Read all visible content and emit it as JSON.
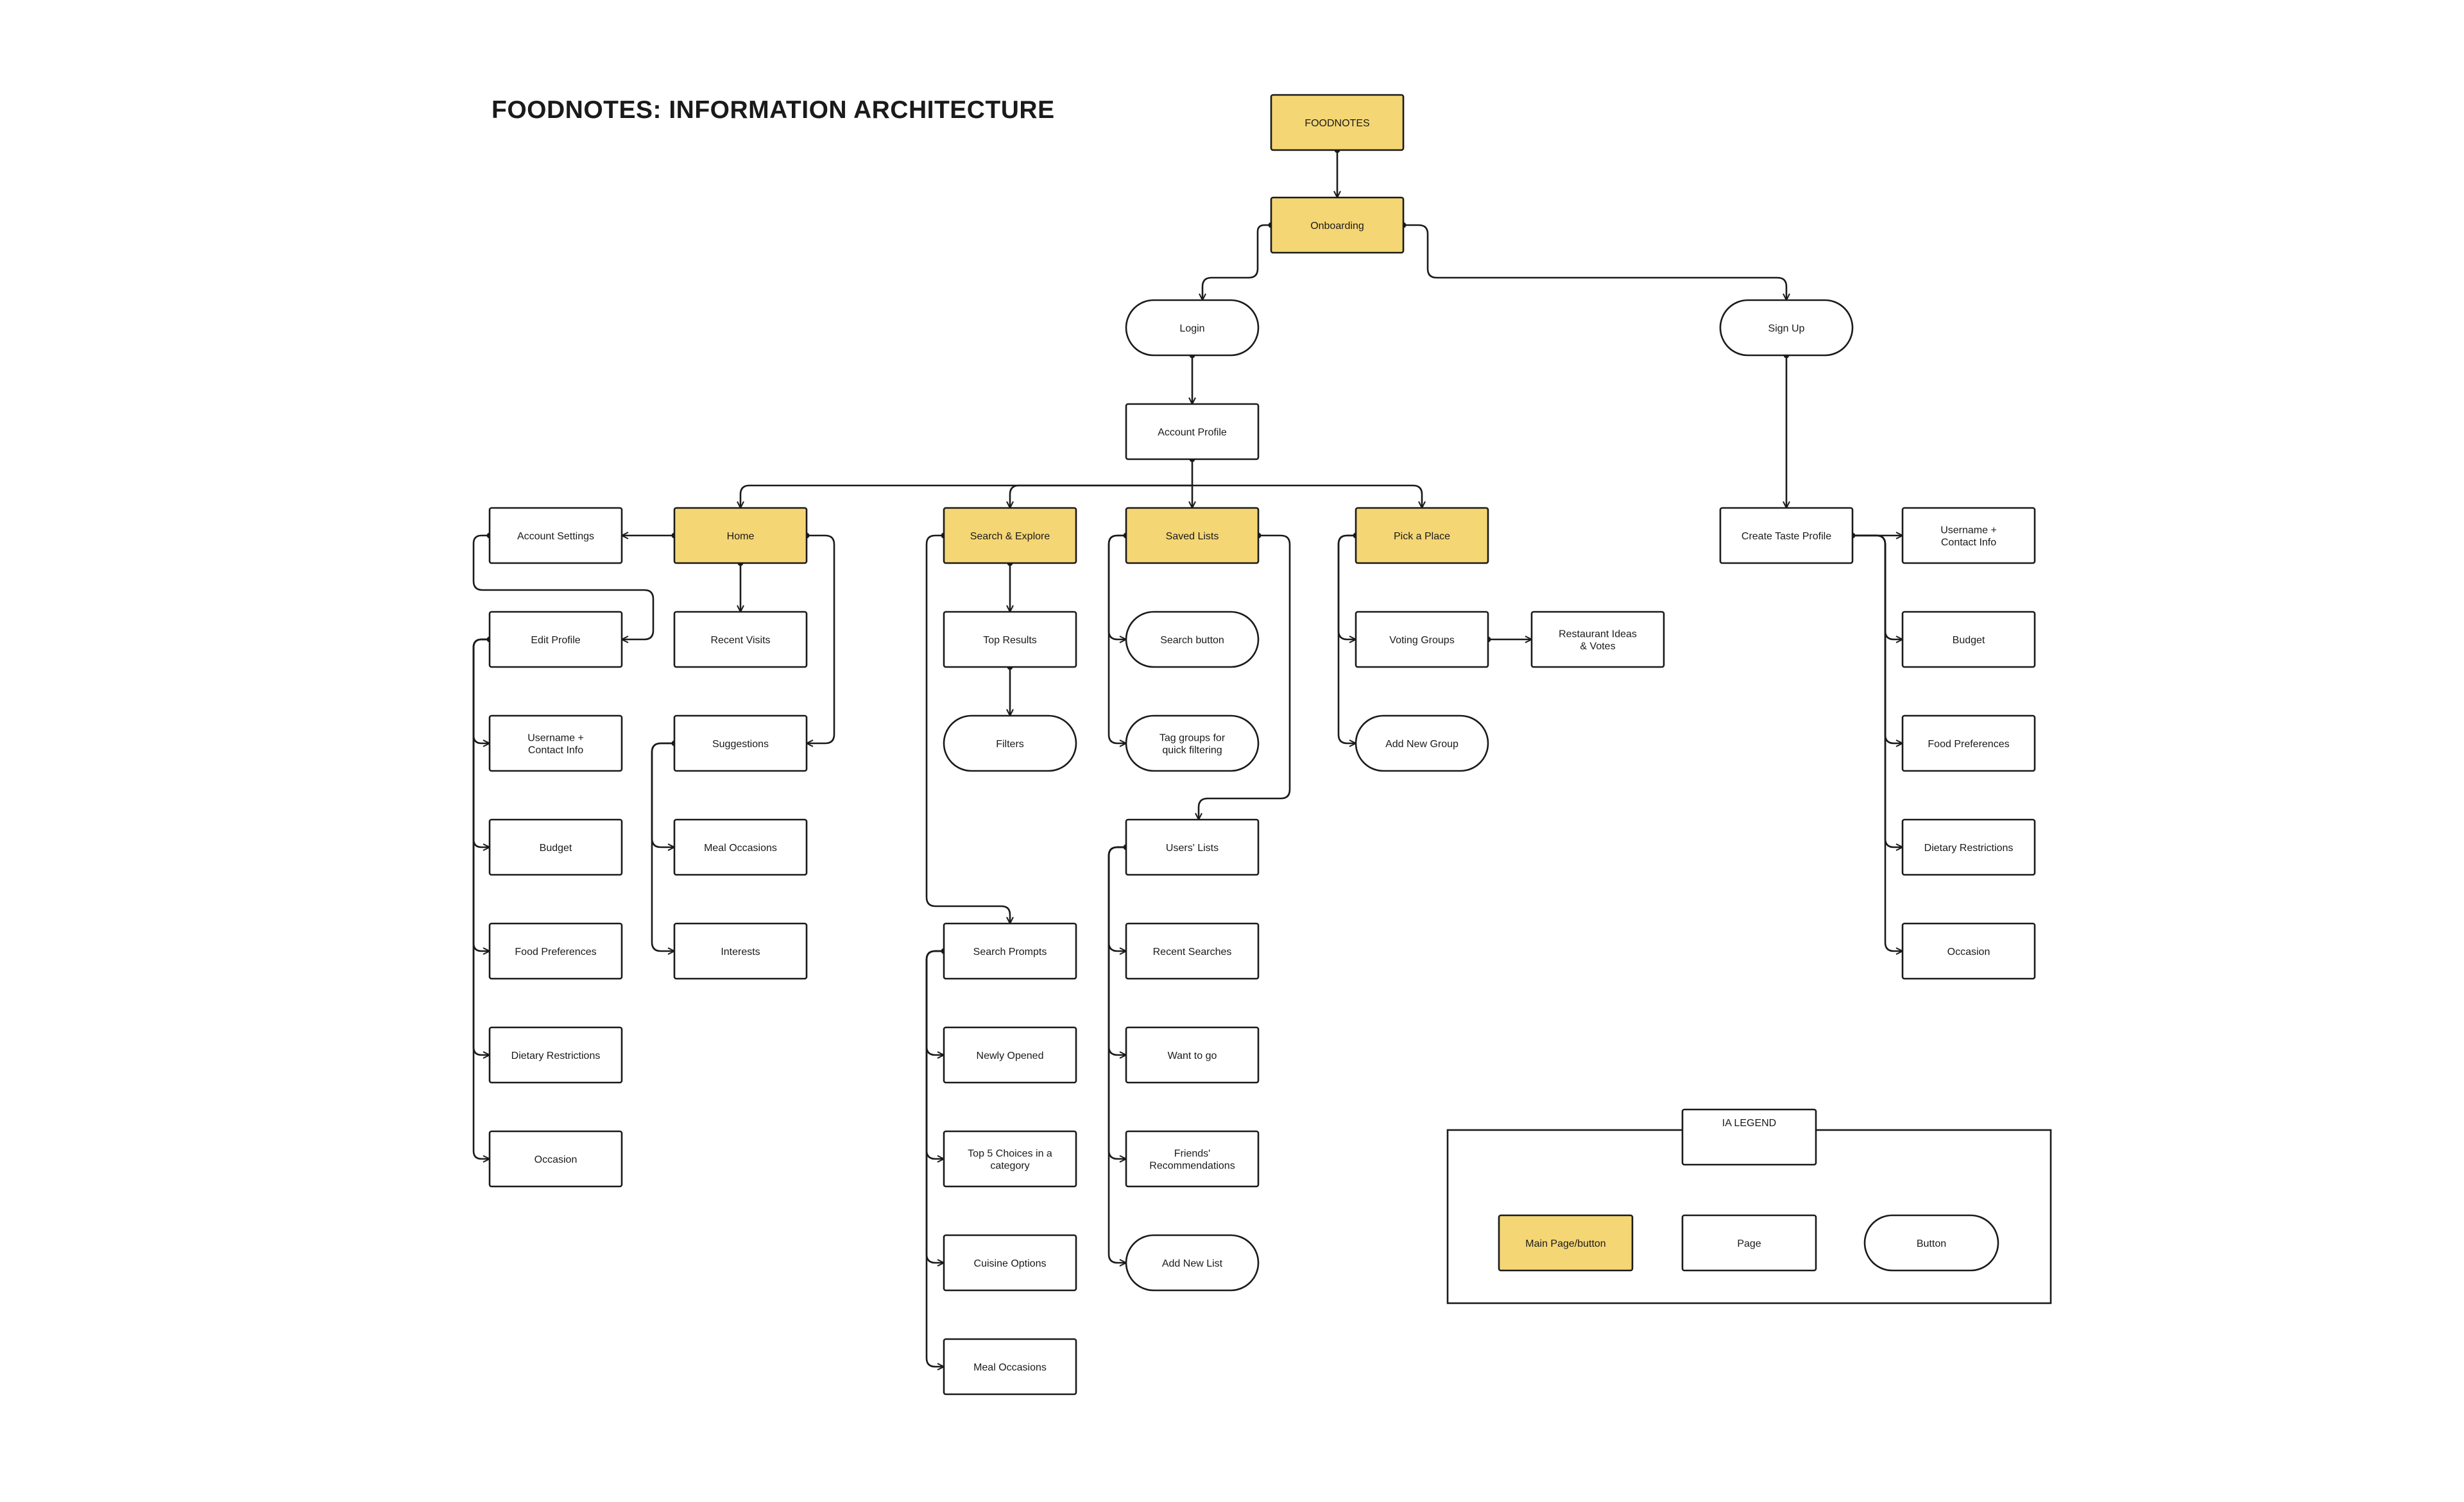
{
  "title": "FOODNOTES: INFORMATION ARCHITECTURE",
  "colors": {
    "main": "#F5D675",
    "page": "#FFFFFF",
    "stroke": "#1A1A1A"
  },
  "nodes": {
    "foodnotes": {
      "label": "FOODNOTES",
      "kind": "main"
    },
    "onboarding": {
      "label": "Onboarding",
      "kind": "main"
    },
    "login": {
      "label": "Login",
      "kind": "button"
    },
    "signup": {
      "label": "Sign Up",
      "kind": "button"
    },
    "account_profile": {
      "label": "Account Profile",
      "kind": "page"
    },
    "account_settings": {
      "label": "Account Settings",
      "kind": "page"
    },
    "home": {
      "label": "Home",
      "kind": "main"
    },
    "search_explore": {
      "label": "Search & Explore",
      "kind": "main"
    },
    "saved_lists": {
      "label": "Saved Lists",
      "kind": "main"
    },
    "pick_place": {
      "label": "Pick a Place",
      "kind": "main"
    },
    "create_taste": {
      "label": "Create Taste Profile",
      "kind": "page"
    },
    "edit_profile": {
      "label": "Edit Profile",
      "kind": "page"
    },
    "ep_username": {
      "label": "Username +\nContact Info",
      "kind": "page"
    },
    "ep_budget": {
      "label": "Budget",
      "kind": "page"
    },
    "ep_food": {
      "label": "Food Preferences",
      "kind": "page"
    },
    "ep_dietary": {
      "label": "Dietary Restrictions",
      "kind": "page"
    },
    "ep_occasion": {
      "label": "Occasion",
      "kind": "page"
    },
    "recent_visits": {
      "label": "Recent Visits",
      "kind": "page"
    },
    "suggestions": {
      "label": "Suggestions",
      "kind": "page"
    },
    "meal_occasions_home": {
      "label": "Meal Occasions",
      "kind": "page"
    },
    "interests": {
      "label": "Interests",
      "kind": "page"
    },
    "top_results": {
      "label": "Top Results",
      "kind": "page"
    },
    "filters": {
      "label": "Filters",
      "kind": "button"
    },
    "search_prompts": {
      "label": "Search Prompts",
      "kind": "page"
    },
    "newly_opened": {
      "label": "Newly Opened",
      "kind": "page"
    },
    "top5": {
      "label": "Top 5 Choices in a\ncategory",
      "kind": "page"
    },
    "cuisine_options": {
      "label": "Cuisine Options",
      "kind": "page"
    },
    "meal_occasions_search": {
      "label": "Meal Occasions",
      "kind": "page"
    },
    "search_button": {
      "label": "Search button",
      "kind": "button"
    },
    "tag_groups": {
      "label": "Tag groups for\nquick filtering",
      "kind": "button"
    },
    "users_lists": {
      "label": "Users' Lists",
      "kind": "page"
    },
    "recent_searches": {
      "label": "Recent Searches",
      "kind": "page"
    },
    "want_to_go": {
      "label": "Want to go",
      "kind": "page"
    },
    "friends_recs": {
      "label": "Friends'\nRecommendations",
      "kind": "page"
    },
    "add_new_list": {
      "label": "Add New List",
      "kind": "button"
    },
    "voting_groups": {
      "label": "Voting Groups",
      "kind": "page"
    },
    "restaurant_ideas": {
      "label": "Restaurant Ideas\n& Votes",
      "kind": "page"
    },
    "add_new_group": {
      "label": "Add New Group",
      "kind": "button"
    },
    "tp_username": {
      "label": "Username +\nContact Info",
      "kind": "page"
    },
    "tp_budget": {
      "label": "Budget",
      "kind": "page"
    },
    "tp_food": {
      "label": "Food Preferences",
      "kind": "page"
    },
    "tp_dietary": {
      "label": "Dietary Restrictions",
      "kind": "page"
    },
    "tp_occasion": {
      "label": "Occasion",
      "kind": "page"
    }
  },
  "legend": {
    "title": "IA LEGEND",
    "items": [
      {
        "label": "Main Page/button",
        "kind": "main"
      },
      {
        "label": "Page",
        "kind": "page"
      },
      {
        "label": "Button",
        "kind": "button"
      }
    ]
  }
}
